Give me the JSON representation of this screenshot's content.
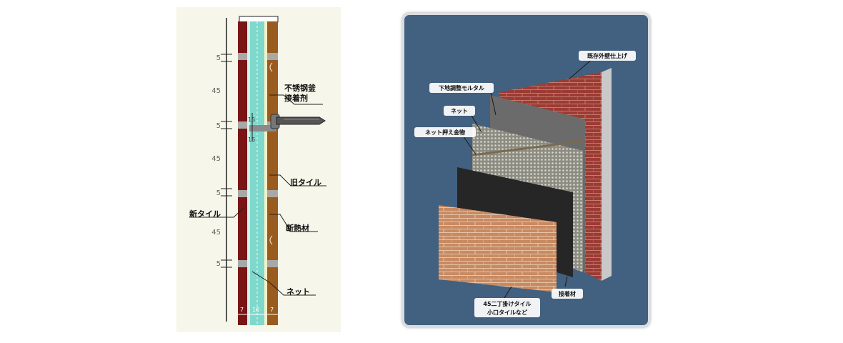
{
  "section": {
    "labels": {
      "anchor": [
        "不锈钢釜",
        "接着剂"
      ],
      "old_tile": "旧タイル",
      "new_tile": "新タイル",
      "insulation": "断熱材",
      "net": "ネット"
    },
    "dims_left": [
      "5",
      "45",
      "5",
      "45",
      "5",
      "45",
      "5"
    ],
    "dims_bottom": [
      "7",
      "10",
      "7"
    ],
    "dims_anchor": [
      "15",
      "15"
    ]
  },
  "exploded": {
    "labels": {
      "existing": "既存外壁仕上げ",
      "base_mortar": "下地調整モルタル",
      "net": "ネット",
      "net_holder": "ネット押え金物",
      "adhesive": "接着材",
      "tile": [
        "45二丁掛けタイル",
        "小口タイルなど"
      ]
    }
  }
}
